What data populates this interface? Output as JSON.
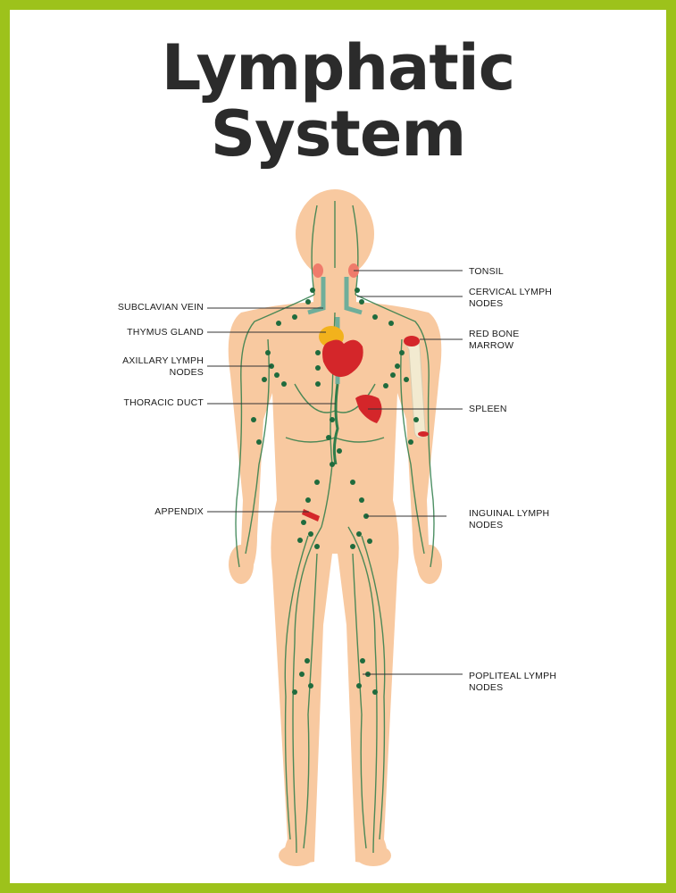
{
  "title": {
    "line1": "Lymphatic",
    "line2": "System"
  },
  "colors": {
    "frame": "#9dc21b",
    "skin": "#f8c9a0",
    "vessel": "#2f7d4a",
    "node": "#1f6b3d",
    "organ_red": "#d4262a",
    "thymus": "#f2b21c",
    "bone": "#f2ead0"
  },
  "labels": {
    "tonsil": "TONSIL",
    "cervical": "CERVICAL LYMPH\nNODES",
    "subclavian": "SUBCLAVIAN VEIN",
    "thymus": "THYMUS GLAND",
    "red_bone_marrow": "RED BONE\nMARROW",
    "axillary": "AXILLARY LYMPH\nNODES",
    "thoracic": "THORACIC DUCT",
    "spleen": "SPLEEN",
    "appendix": "APPENDIX",
    "inguinal": "INGUINAL LYMPH\nNODES",
    "popliteal": "POPLITEAL LYMPH\nNODES"
  }
}
